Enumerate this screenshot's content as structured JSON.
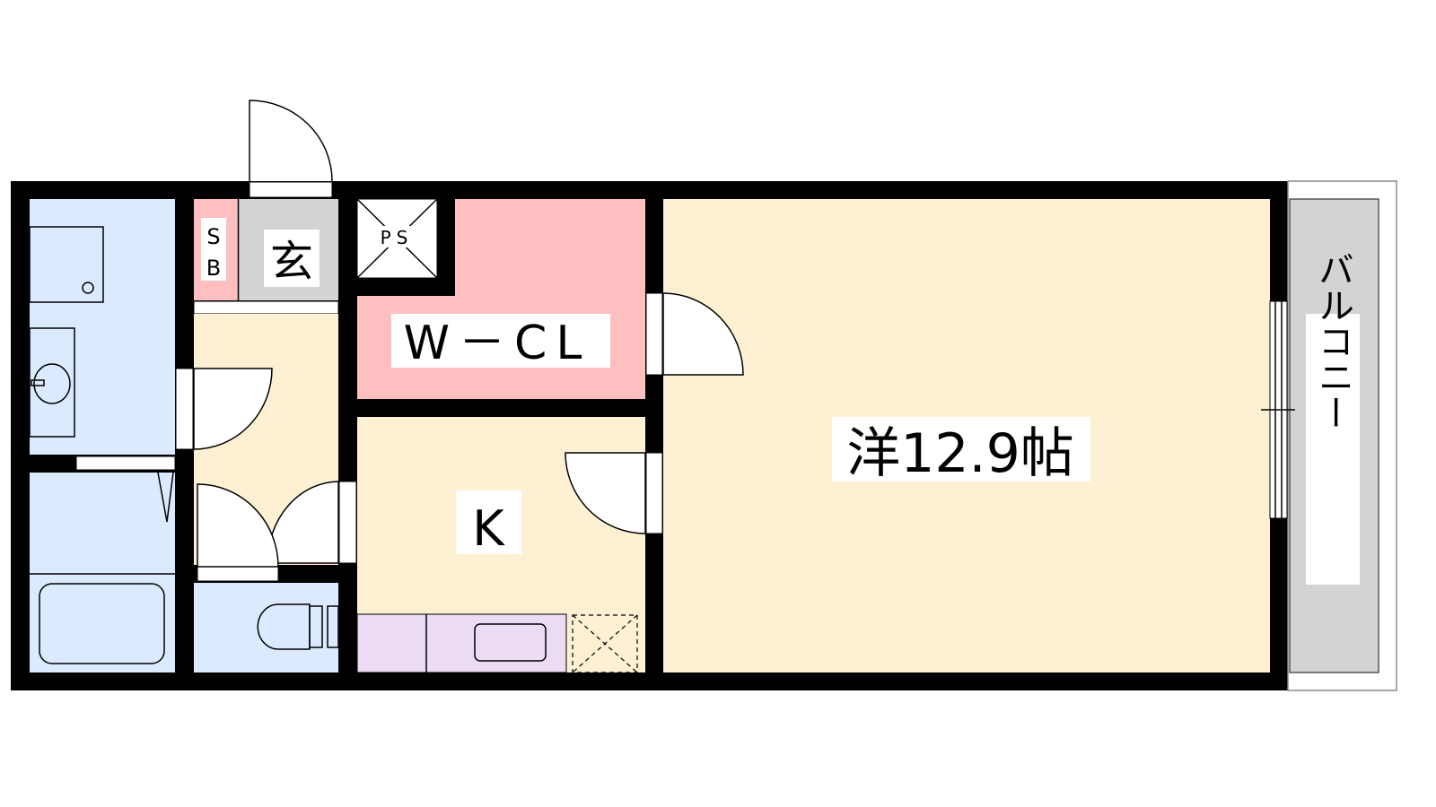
{
  "floorplan": {
    "rooms": {
      "shoe_box": "SB",
      "shoe_box_line1": "S",
      "shoe_box_line2": "B",
      "entrance": "玄",
      "pipe_space": "PS",
      "walk_in_closet": "W－CL",
      "kitchen": "K",
      "western_room": "洋12.9帖",
      "balcony": "バルコニー"
    },
    "colors": {
      "wall": "#000000",
      "wet_area": "#dbeafe",
      "closet": "#fdbfbf",
      "floor": "#fdf0d3",
      "entrance": "#d3d3d3",
      "kitchen_counter": "#ebdcf3",
      "balcony": "#d3d3d3"
    }
  }
}
